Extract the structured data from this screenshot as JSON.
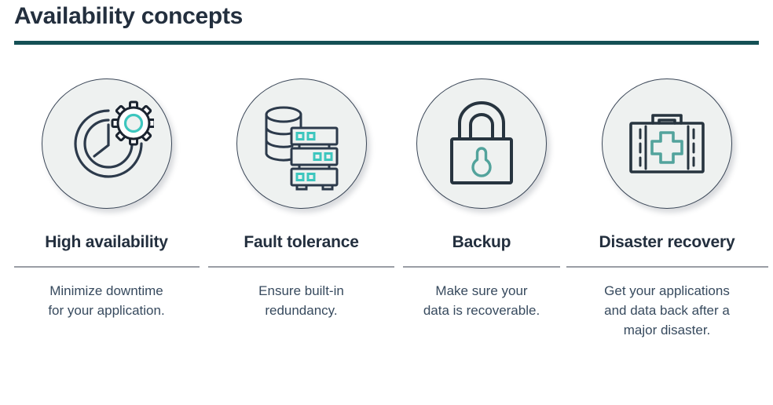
{
  "slide": {
    "title": "Availability concepts",
    "accent_rule_color": "#145055",
    "heading_color": "#232F3E",
    "body_color": "#374A5E",
    "circle_fill": "#EEF1F0",
    "circle_stroke": "#3A4657",
    "icon_accent_color": "#3DC6BE",
    "divider_color": "#9A9EA5"
  },
  "concepts": [
    {
      "icon": "clock-gear-icon",
      "heading": "High availability",
      "description": "Minimize downtime\nfor your application."
    },
    {
      "icon": "database-servers-icon",
      "heading": "Fault tolerance",
      "description": "Ensure built-in\nredundancy."
    },
    {
      "icon": "padlock-icon",
      "heading": "Backup",
      "description": "Make sure your\ndata is recoverable."
    },
    {
      "icon": "first-aid-kit-icon",
      "heading": "Disaster recovery",
      "description": "Get your applications\nand data back after a\nmajor disaster."
    }
  ]
}
